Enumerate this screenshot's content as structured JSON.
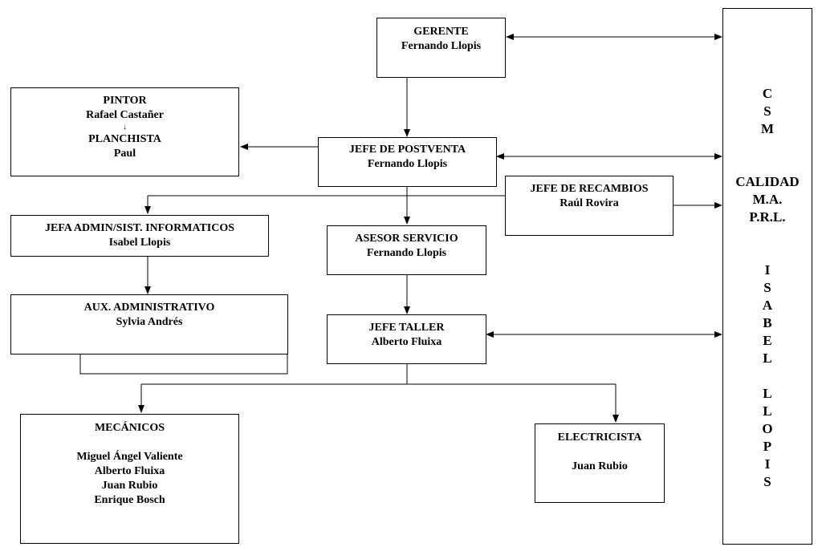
{
  "gerente": {
    "title": "GERENTE",
    "name": "Fernando Llopis"
  },
  "pintor": {
    "title": "PINTOR",
    "name": "Rafael Castañer",
    "sub_title": "PLANCHISTA",
    "sub_name": "Paul"
  },
  "jefe_postventa": {
    "title": "JEFE DE POSTVENTA",
    "name": "Fernando Llopis"
  },
  "jefe_recambios": {
    "title": "JEFE DE RECAMBIOS",
    "name": "Raúl Rovira"
  },
  "jefa_admin": {
    "title": "JEFA ADMIN/SIST. INFORMATICOS",
    "name": "Isabel Llopis"
  },
  "asesor": {
    "title": "ASESOR SERVICIO",
    "name": "Fernando Llopis"
  },
  "aux_admin": {
    "title": "AUX. ADMINISTRATIVO",
    "name": "Sylvia Andrés"
  },
  "jefe_taller": {
    "title": "JEFE TALLER",
    "name": "Alberto Fluixa"
  },
  "mecanicos": {
    "title": "MECÁNICOS",
    "members": [
      "Miguel Ángel Valiente",
      "Alberto Fluixa",
      "Juan Rubio",
      "Enrique Bosch"
    ]
  },
  "electricista": {
    "title": "ELECTRICISTA",
    "name": "Juan Rubio"
  },
  "csm": {
    "letters_top": [
      "C",
      "S",
      "M"
    ],
    "lines_mid": [
      "CALIDAD",
      "M.A.",
      "P.R.L."
    ],
    "letters_first": [
      "I",
      "S",
      "A",
      "B",
      "E",
      "L"
    ],
    "letters_last": [
      "L",
      "L",
      "O",
      "P",
      "I",
      "S"
    ]
  },
  "colors": {
    "line": "#000000",
    "box_border": "#000000",
    "background": "#ffffff"
  }
}
